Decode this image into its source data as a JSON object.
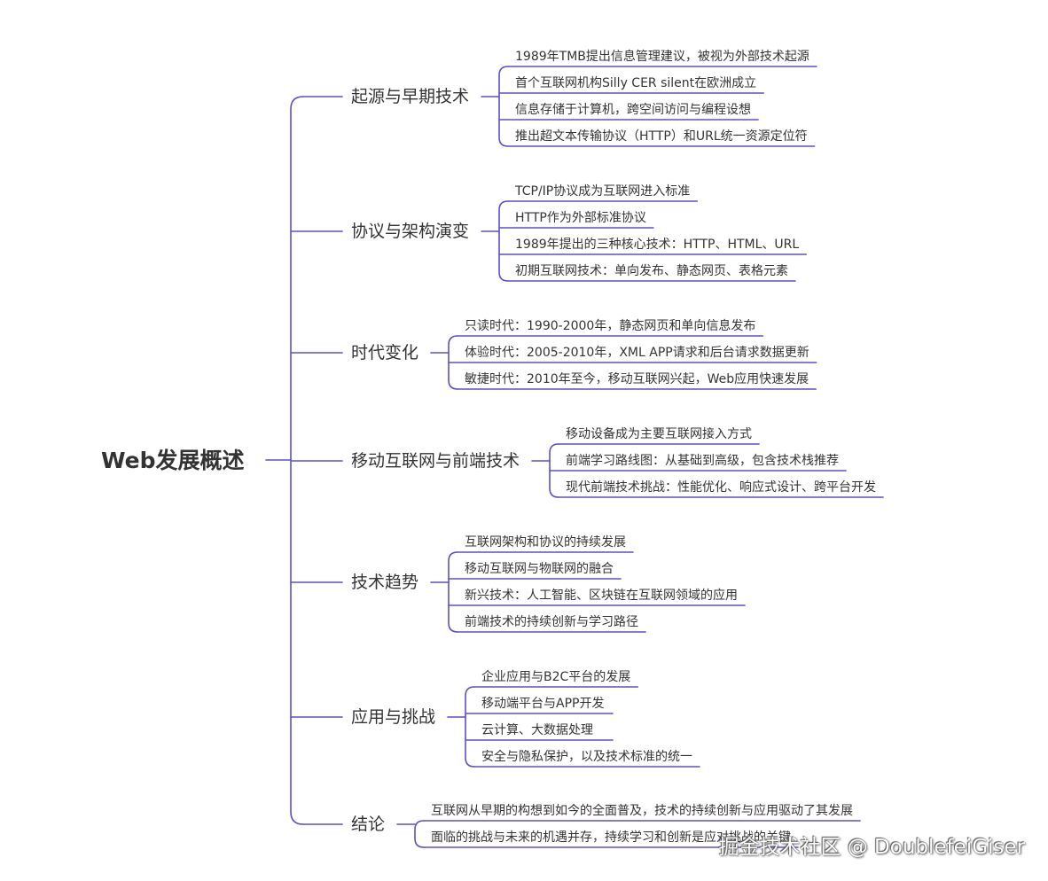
{
  "diagram": {
    "root": "Web发展概述",
    "line_color": "#5b50c6",
    "text_color": "#333333",
    "branches": [
      {
        "label": "起源与早期技术",
        "children": [
          "1989年TMB提出信息管理建议，被视为外部技术起源",
          "首个互联网机构Silly CER silent在欧洲成立",
          "信息存储于计算机，跨空间访问与编程设想",
          "推出超文本传输协议（HTTP）和URL统一资源定位符"
        ]
      },
      {
        "label": "协议与架构演变",
        "children": [
          "TCP/IP协议成为互联网进入标准",
          "HTTP作为外部标准协议",
          "1989年提出的三种核心技术：HTTP、HTML、URL",
          "初期互联网技术：单向发布、静态网页、表格元素"
        ]
      },
      {
        "label": "时代变化",
        "children": [
          "只读时代：1990-2000年，静态网页和单向信息发布",
          "体验时代：2005-2010年，XML APP请求和后台请求数据更新",
          "敏捷时代：2010年至今，移动互联网兴起，Web应用快速发展"
        ]
      },
      {
        "label": "移动互联网与前端技术",
        "children": [
          "移动设备成为主要互联网接入方式",
          "前端学习路线图：从基础到高级，包含技术栈推荐",
          "现代前端技术挑战：性能优化、响应式设计、跨平台开发"
        ]
      },
      {
        "label": "技术趋势",
        "children": [
          "互联网架构和协议的持续发展",
          "移动互联网与物联网的融合",
          "新兴技术：人工智能、区块链在互联网领域的应用",
          "前端技术的持续创新与学习路径"
        ]
      },
      {
        "label": "应用与挑战",
        "children": [
          "企业应用与B2C平台的发展",
          "移动端平台与APP开发",
          "云计算、大数据处理",
          "安全与隐私保护，以及技术标准的统一"
        ]
      },
      {
        "label": "结论",
        "children": [
          "互联网从早期的构想到如今的全面普及，技术的持续创新与应用驱动了其发展",
          "面临的挑战与未来的机遇并存，持续学习和创新是应对挑战的关键"
        ]
      }
    ]
  },
  "watermark": "掘金技术社区 @ DoublefeiGiser"
}
